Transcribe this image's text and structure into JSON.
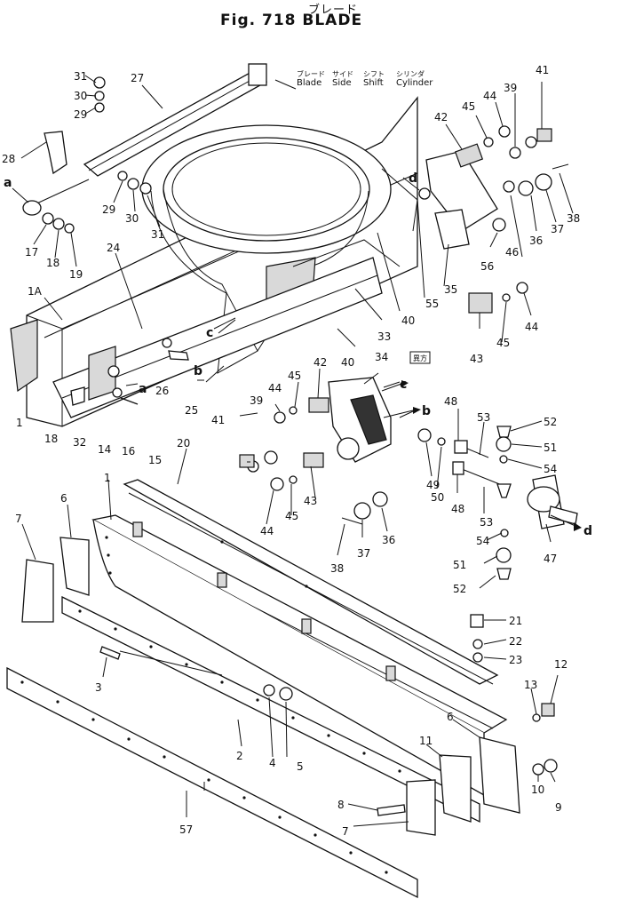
{
  "figure": {
    "title_jp": "ブレード",
    "title": "Fig. 718  BLADE",
    "stamp": "異方"
  },
  "legend": [
    {
      "jp": "ブレード",
      "en": "Blade"
    },
    {
      "jp": "サイド",
      "en": "Side"
    },
    {
      "jp": "シフト",
      "en": "Shift"
    },
    {
      "jp": "シリンダ",
      "en": "Cylinder"
    }
  ],
  "callouts": [
    "1",
    "1A",
    "2",
    "3",
    "4",
    "5",
    "6",
    "7",
    "8",
    "9",
    "10",
    "11",
    "12",
    "13",
    "14",
    "15",
    "16",
    "17",
    "18",
    "19",
    "20",
    "21",
    "22",
    "23",
    "24",
    "25",
    "26",
    "27",
    "28",
    "29",
    "30",
    "31",
    "32",
    "33",
    "34",
    "35",
    "36",
    "37",
    "38",
    "39",
    "40",
    "41",
    "42",
    "43",
    "44",
    "45",
    "46",
    "47",
    "48",
    "49",
    "50",
    "51",
    "52",
    "53",
    "54",
    "55",
    "56",
    "57"
  ],
  "connectors": [
    "a",
    "b",
    "c",
    "d"
  ],
  "labels": {
    "c31": "31",
    "c30": "30",
    "c29": "29",
    "c27": "27",
    "c28": "28",
    "c29b": "29",
    "c30b": "30",
    "c31b": "31",
    "c17": "17",
    "c18": "18",
    "c19": "19",
    "c24": "24",
    "c1A": "1A",
    "c1": "1",
    "c18b": "18",
    "c32": "32",
    "c14": "14",
    "c16": "16",
    "c15": "15",
    "c26": "26",
    "c25": "25",
    "c40": "40",
    "c40b": "40",
    "c33": "33",
    "c34": "34",
    "c41": "41",
    "c44": "44",
    "c45": "45",
    "c39": "39",
    "c42": "42",
    "c55": "55",
    "c35": "35",
    "c56": "56",
    "c46": "46",
    "c36": "36",
    "c37": "37",
    "c38": "38",
    "c43": "43",
    "c45b": "45",
    "c44b": "44",
    "c42b": "42",
    "c45c": "45",
    "c44c": "44",
    "c39b": "39",
    "c41b": "41",
    "c43b": "43",
    "c44d": "44",
    "c45d": "45",
    "c36b": "36",
    "c37b": "37",
    "c38b": "38",
    "c49": "49",
    "c50": "50",
    "c48": "48",
    "c53": "53",
    "c52": "52",
    "c51": "51",
    "c54": "54",
    "c48b": "48",
    "c53b": "53",
    "c47": "47",
    "c54b": "54",
    "c51b": "51",
    "c52b": "52",
    "c20": "20",
    "c1b": "1",
    "c7": "7",
    "c6": "6",
    "c3": "3",
    "c2": "2",
    "c4": "4",
    "c5": "5",
    "c21": "21",
    "c22": "22",
    "c23": "23",
    "c12": "12",
    "c13": "13",
    "c6b": "6",
    "c11": "11",
    "c10": "10",
    "c9": "9",
    "c8": "8",
    "c7b": "7",
    "c57": "57",
    "la": "a",
    "la2": "a",
    "lb": "b",
    "lb2": "b",
    "lc": "c",
    "lc2": "c",
    "ld": "d",
    "ld2": "d"
  }
}
